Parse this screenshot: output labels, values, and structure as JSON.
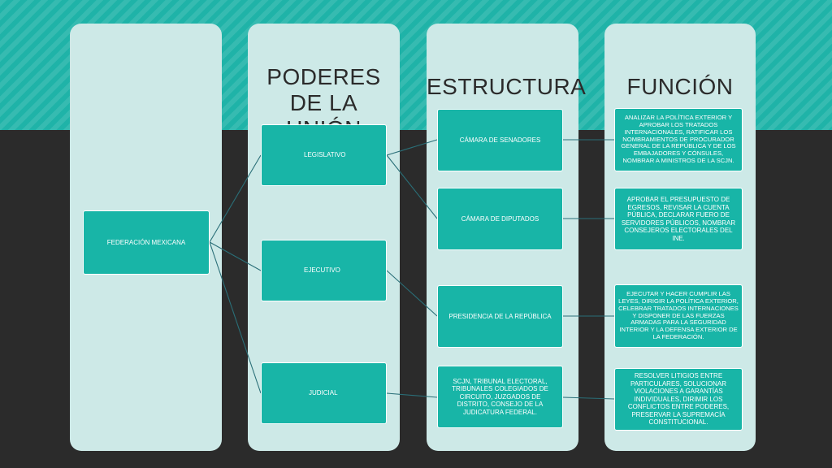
{
  "headers": {
    "poderes": "PODERES DE LA UNIÓN",
    "estructura": "ESTRUCTURA",
    "funcion": "FUNCIÓN"
  },
  "root": "FEDERACIÓN MEXICANA",
  "poderes": {
    "legislativo": "LEGISLATIVO",
    "ejecutivo": "EJECUTIVO",
    "judicial": "JUDICIAL"
  },
  "estructura": {
    "senadores": "CÁMARA DE SENADORES",
    "diputados": "CÁMARA DE DIPUTADOS",
    "presidencia": "PRESIDENCIA DE LA REPÚBLICA",
    "judicial": "SCJN, TRIBUNAL ELECTORAL, TRIBUNALES COLEGIADOS DE CIRCUITO, JUZGADOS DE DISTRITO, CONSEJO DE LA JUDICATURA FEDERAL."
  },
  "funcion": {
    "senadores": "ANALIZAR LA POLÍTICA EXTERIOR Y APROBAR LOS TRATADOS INTERNACIONALES, RATIFICAR LOS NOMBRAMIENTOS DE PROCURADOR GENERAL DE LA REPÚBLICA Y DE LOS EMBAJADORES Y CÓNSULES, NOMBRAR A MINISTROS DE LA SCJN.",
    "diputados": "APROBAR EL PRESUPUESTO DE EGRESOS, REVISAR LA CUENTA PÚBLICA, DECLARAR FUERO DE SERVIDORES PÚBLICOS, NOMBRAR CONSEJEROS ELECTORALES DEL INE.",
    "presidencia": "EJECUTAR Y HACER CUMPLIR LAS LEYES, DIRIGIR LA POLÍTICA EXTERIOR, CELEBRAR TRATADOS INTERNACIONES Y DISPONER DE LAS FUERZAS ARMADAS PARA LA SEGURIDAD INTERIOR Y LA DEFENSA EXTERIOR DE LA FEDERACIÓN.",
    "judicial": "RESOLVER LITIGIOS ENTRE PARTICULARES, SOLUCIONAR VIOLACIONES A GARANTÍAS INDIVIDUALES, DIRIMIR LOS CONFLICTOS ENTRE PODERES, PRESERVAR LA SUPREMACÍA CONSTITUCIONAL."
  }
}
